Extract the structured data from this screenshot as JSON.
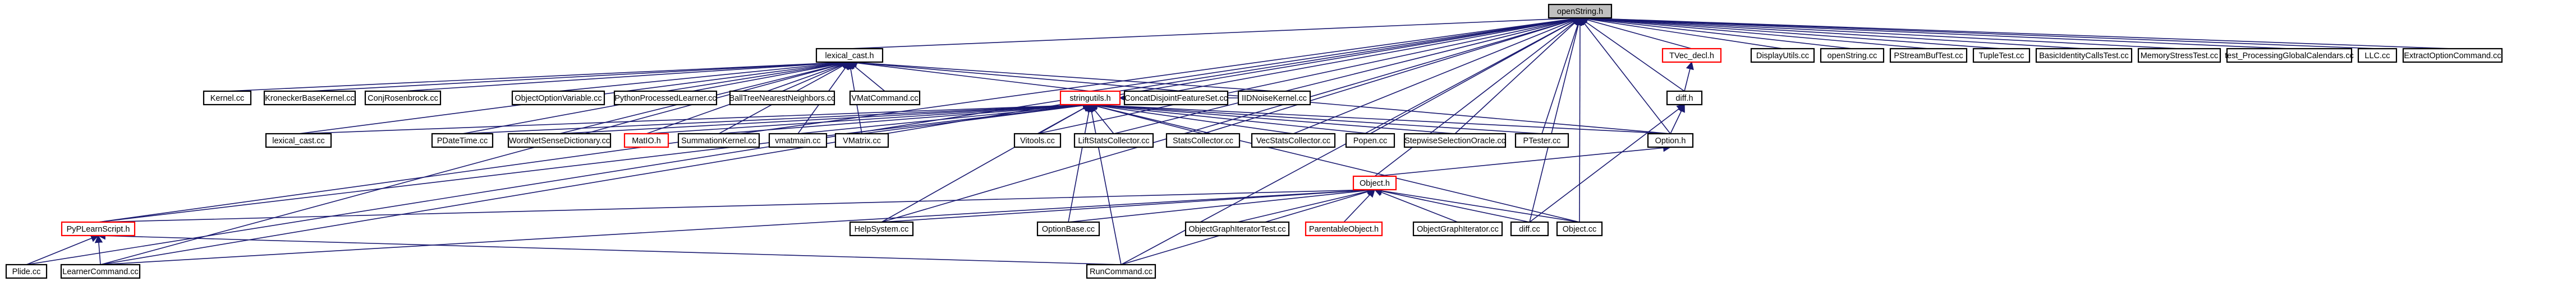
{
  "colors": {
    "background": "#ffffff",
    "root_fill": "#bfbfbf",
    "node_stroke": "#000000",
    "node_stroke_red": "#ff0000",
    "edge": "#191970"
  },
  "nodes": [
    {
      "id": "openString_h",
      "label": "openString.h",
      "style": "root"
    },
    {
      "id": "lexical_cast_h",
      "label": "lexical_cast.h",
      "style": "normal"
    },
    {
      "id": "TVec_decl_h",
      "label": "TVec_decl.h",
      "style": "red"
    },
    {
      "id": "DisplayUtils_cc",
      "label": "DisplayUtils.cc",
      "style": "normal"
    },
    {
      "id": "openString_cc",
      "label": "openString.cc",
      "style": "normal"
    },
    {
      "id": "PStreamBufTest_cc",
      "label": "PStreamBufTest.cc",
      "style": "normal"
    },
    {
      "id": "TupleTest_cc",
      "label": "TupleTest.cc",
      "style": "normal"
    },
    {
      "id": "BasicIdentityCallsTest_cc",
      "label": "BasicIdentityCallsTest.cc",
      "style": "normal"
    },
    {
      "id": "MemoryStressTest_cc",
      "label": "MemoryStressTest.cc",
      "style": "normal"
    },
    {
      "id": "test_ProcessingGlobalCalendars_cc",
      "label": "test_ProcessingGlobalCalendars.cc",
      "style": "normal"
    },
    {
      "id": "LLC_cc",
      "label": "LLC.cc",
      "style": "normal"
    },
    {
      "id": "ExtractOptionCommand_cc",
      "label": "ExtractOptionCommand.cc",
      "style": "normal"
    },
    {
      "id": "Kernel_cc",
      "label": "Kernel.cc",
      "style": "normal"
    },
    {
      "id": "KroneckerBaseKernel_cc",
      "label": "KroneckerBaseKernel.cc",
      "style": "normal"
    },
    {
      "id": "ConjRosenbrock_cc",
      "label": "ConjRosenbrock.cc",
      "style": "normal"
    },
    {
      "id": "ObjectOptionVariable_cc",
      "label": "ObjectOptionVariable.cc",
      "style": "normal"
    },
    {
      "id": "PythonProcessedLearner_cc",
      "label": "PythonProcessedLearner.cc",
      "style": "normal"
    },
    {
      "id": "BallTreeNearestNeighbors_cc",
      "label": "BallTreeNearestNeighbors.cc",
      "style": "normal"
    },
    {
      "id": "VMatCommand_cc",
      "label": "VMatCommand.cc",
      "style": "normal"
    },
    {
      "id": "stringutils_h",
      "label": "stringutils.h",
      "style": "red"
    },
    {
      "id": "ConcatDisjointFeatureSet_cc",
      "label": "ConcatDisjointFeatureSet.cc",
      "style": "normal"
    },
    {
      "id": "IIDNoiseKernel_cc",
      "label": "IIDNoiseKernel.cc",
      "style": "normal"
    },
    {
      "id": "diff_h",
      "label": "diff.h",
      "style": "normal"
    },
    {
      "id": "lexical_cast_cc",
      "label": "lexical_cast.cc",
      "style": "normal"
    },
    {
      "id": "PDateTime_cc",
      "label": "PDateTime.cc",
      "style": "normal"
    },
    {
      "id": "WordNetSenseDictionary_cc",
      "label": "WordNetSenseDictionary.cc",
      "style": "normal"
    },
    {
      "id": "MatIO_h",
      "label": "MatIO.h",
      "style": "red"
    },
    {
      "id": "SummationKernel_cc",
      "label": "SummationKernel.cc",
      "style": "normal"
    },
    {
      "id": "vmatmain_cc",
      "label": "vmatmain.cc",
      "style": "normal"
    },
    {
      "id": "VMatrix_cc",
      "label": "VMatrix.cc",
      "style": "normal"
    },
    {
      "id": "Vitools_cc",
      "label": "Vitools.cc",
      "style": "normal"
    },
    {
      "id": "LiftStatsCollector_cc",
      "label": "LiftStatsCollector.cc",
      "style": "normal"
    },
    {
      "id": "StatsCollector_cc",
      "label": "StatsCollector.cc",
      "style": "normal"
    },
    {
      "id": "VecStatsCollector_cc",
      "label": "VecStatsCollector.cc",
      "style": "normal"
    },
    {
      "id": "Popen_cc",
      "label": "Popen.cc",
      "style": "normal"
    },
    {
      "id": "StepwiseSelectionOracle_cc",
      "label": "StepwiseSelectionOracle.cc",
      "style": "normal"
    },
    {
      "id": "PTester_cc",
      "label": "PTester.cc",
      "style": "normal"
    },
    {
      "id": "Option_h",
      "label": "Option.h",
      "style": "normal"
    },
    {
      "id": "Object_h",
      "label": "Object.h",
      "style": "red"
    },
    {
      "id": "PyPLearnScript_h",
      "label": "PyPLearnScript.h",
      "style": "red"
    },
    {
      "id": "HelpSystem_cc",
      "label": "HelpSystem.cc",
      "style": "normal"
    },
    {
      "id": "OptionBase_cc",
      "label": "OptionBase.cc",
      "style": "normal"
    },
    {
      "id": "ObjectGraphIteratorTest_cc",
      "label": "ObjectGraphIteratorTest.cc",
      "style": "normal"
    },
    {
      "id": "ParentableObject_h",
      "label": "ParentableObject.h",
      "style": "red"
    },
    {
      "id": "ObjectGraphIterator_cc",
      "label": "ObjectGraphIterator.cc",
      "style": "normal"
    },
    {
      "id": "diff_cc",
      "label": "diff.cc",
      "style": "normal"
    },
    {
      "id": "Object_cc",
      "label": "Object.cc",
      "style": "normal"
    },
    {
      "id": "Plide_cc",
      "label": "Plide.cc",
      "style": "normal"
    },
    {
      "id": "LearnerCommand_cc",
      "label": "LearnerCommand.cc",
      "style": "normal"
    },
    {
      "id": "RunCommand_cc",
      "label": "RunCommand.cc",
      "style": "normal"
    }
  ],
  "edges": [
    [
      "lexical_cast_h",
      "openString_h"
    ],
    [
      "TVec_decl_h",
      "openString_h"
    ],
    [
      "DisplayUtils_cc",
      "openString_h"
    ],
    [
      "openString_cc",
      "openString_h"
    ],
    [
      "PStreamBufTest_cc",
      "openString_h"
    ],
    [
      "TupleTest_cc",
      "openString_h"
    ],
    [
      "BasicIdentityCallsTest_cc",
      "openString_h"
    ],
    [
      "MemoryStressTest_cc",
      "openString_h"
    ],
    [
      "test_ProcessingGlobalCalendars_cc",
      "openString_h"
    ],
    [
      "LLC_cc",
      "openString_h"
    ],
    [
      "ExtractOptionCommand_cc",
      "openString_h"
    ],
    [
      "stringutils_h",
      "openString_h"
    ],
    [
      "diff_h",
      "openString_h"
    ],
    [
      "Option_h",
      "openString_h"
    ],
    [
      "Object_h",
      "openString_h"
    ],
    [
      "PyPLearnScript_h",
      "openString_h"
    ],
    [
      "Plide_cc",
      "openString_h"
    ],
    [
      "LearnerCommand_cc",
      "openString_h"
    ],
    [
      "RunCommand_cc",
      "openString_h"
    ],
    [
      "HelpSystem_cc",
      "openString_h"
    ],
    [
      "PTester_cc",
      "openString_h"
    ],
    [
      "StepwiseSelectionOracle_cc",
      "openString_h"
    ],
    [
      "Popen_cc",
      "openString_h"
    ],
    [
      "VecStatsCollector_cc",
      "openString_h"
    ],
    [
      "StatsCollector_cc",
      "openString_h"
    ],
    [
      "LiftStatsCollector_cc",
      "openString_h"
    ],
    [
      "ConcatDisjointFeatureSet_cc",
      "openString_h"
    ],
    [
      "Vitools_cc",
      "openString_h"
    ],
    [
      "Object_cc",
      "openString_h"
    ],
    [
      "diff_cc",
      "openString_h"
    ],
    [
      "Kernel_cc",
      "lexical_cast_h"
    ],
    [
      "KroneckerBaseKernel_cc",
      "lexical_cast_h"
    ],
    [
      "ConjRosenbrock_cc",
      "lexical_cast_h"
    ],
    [
      "ObjectOptionVariable_cc",
      "lexical_cast_h"
    ],
    [
      "PythonProcessedLearner_cc",
      "lexical_cast_h"
    ],
    [
      "BallTreeNearestNeighbors_cc",
      "lexical_cast_h"
    ],
    [
      "VMatCommand_cc",
      "lexical_cast_h"
    ],
    [
      "stringutils_h",
      "lexical_cast_h"
    ],
    [
      "IIDNoiseKernel_cc",
      "lexical_cast_h"
    ],
    [
      "lexical_cast_cc",
      "lexical_cast_h"
    ],
    [
      "PDateTime_cc",
      "lexical_cast_h"
    ],
    [
      "WordNetSenseDictionary_cc",
      "lexical_cast_h"
    ],
    [
      "MatIO_h",
      "lexical_cast_h"
    ],
    [
      "SummationKernel_cc",
      "lexical_cast_h"
    ],
    [
      "vmatmain_cc",
      "lexical_cast_h"
    ],
    [
      "VMatrix_cc",
      "lexical_cast_h"
    ],
    [
      "Option_h",
      "lexical_cast_h"
    ],
    [
      "LearnerCommand_cc",
      "lexical_cast_h"
    ],
    [
      "ConcatDisjointFeatureSet_cc",
      "stringutils_h"
    ],
    [
      "IIDNoiseKernel_cc",
      "stringutils_h"
    ],
    [
      "lexical_cast_cc",
      "stringutils_h"
    ],
    [
      "PDateTime_cc",
      "stringutils_h"
    ],
    [
      "WordNetSenseDictionary_cc",
      "stringutils_h"
    ],
    [
      "MatIO_h",
      "stringutils_h"
    ],
    [
      "SummationKernel_cc",
      "stringutils_h"
    ],
    [
      "vmatmain_cc",
      "stringutils_h"
    ],
    [
      "VMatrix_cc",
      "stringutils_h"
    ],
    [
      "Vitools_cc",
      "stringutils_h"
    ],
    [
      "LiftStatsCollector_cc",
      "stringutils_h"
    ],
    [
      "StatsCollector_cc",
      "stringutils_h"
    ],
    [
      "VecStatsCollector_cc",
      "stringutils_h"
    ],
    [
      "Popen_cc",
      "stringutils_h"
    ],
    [
      "StepwiseSelectionOracle_cc",
      "stringutils_h"
    ],
    [
      "PTester_cc",
      "stringutils_h"
    ],
    [
      "Option_h",
      "stringutils_h"
    ],
    [
      "HelpSystem_cc",
      "stringutils_h"
    ],
    [
      "OptionBase_cc",
      "stringutils_h"
    ],
    [
      "RunCommand_cc",
      "stringutils_h"
    ],
    [
      "Object_cc",
      "stringutils_h"
    ],
    [
      "PyPLearnScript_h",
      "stringutils_h"
    ],
    [
      "diff_h",
      "TVec_decl_h"
    ],
    [
      "Option_h",
      "diff_h"
    ],
    [
      "diff_cc",
      "diff_h"
    ],
    [
      "Object_h",
      "Option_h"
    ],
    [
      "PyPLearnScript_h",
      "Object_h"
    ],
    [
      "HelpSystem_cc",
      "Object_h"
    ],
    [
      "OptionBase_cc",
      "Object_h"
    ],
    [
      "ObjectGraphIteratorTest_cc",
      "Object_h"
    ],
    [
      "ParentableObject_h",
      "Object_h"
    ],
    [
      "ObjectGraphIterator_cc",
      "Object_h"
    ],
    [
      "diff_cc",
      "Object_h"
    ],
    [
      "Object_cc",
      "Object_h"
    ],
    [
      "RunCommand_cc",
      "Object_h"
    ],
    [
      "LearnerCommand_cc",
      "Object_h"
    ],
    [
      "Plide_cc",
      "PyPLearnScript_h"
    ],
    [
      "LearnerCommand_cc",
      "PyPLearnScript_h"
    ],
    [
      "RunCommand_cc",
      "PyPLearnScript_h"
    ]
  ]
}
